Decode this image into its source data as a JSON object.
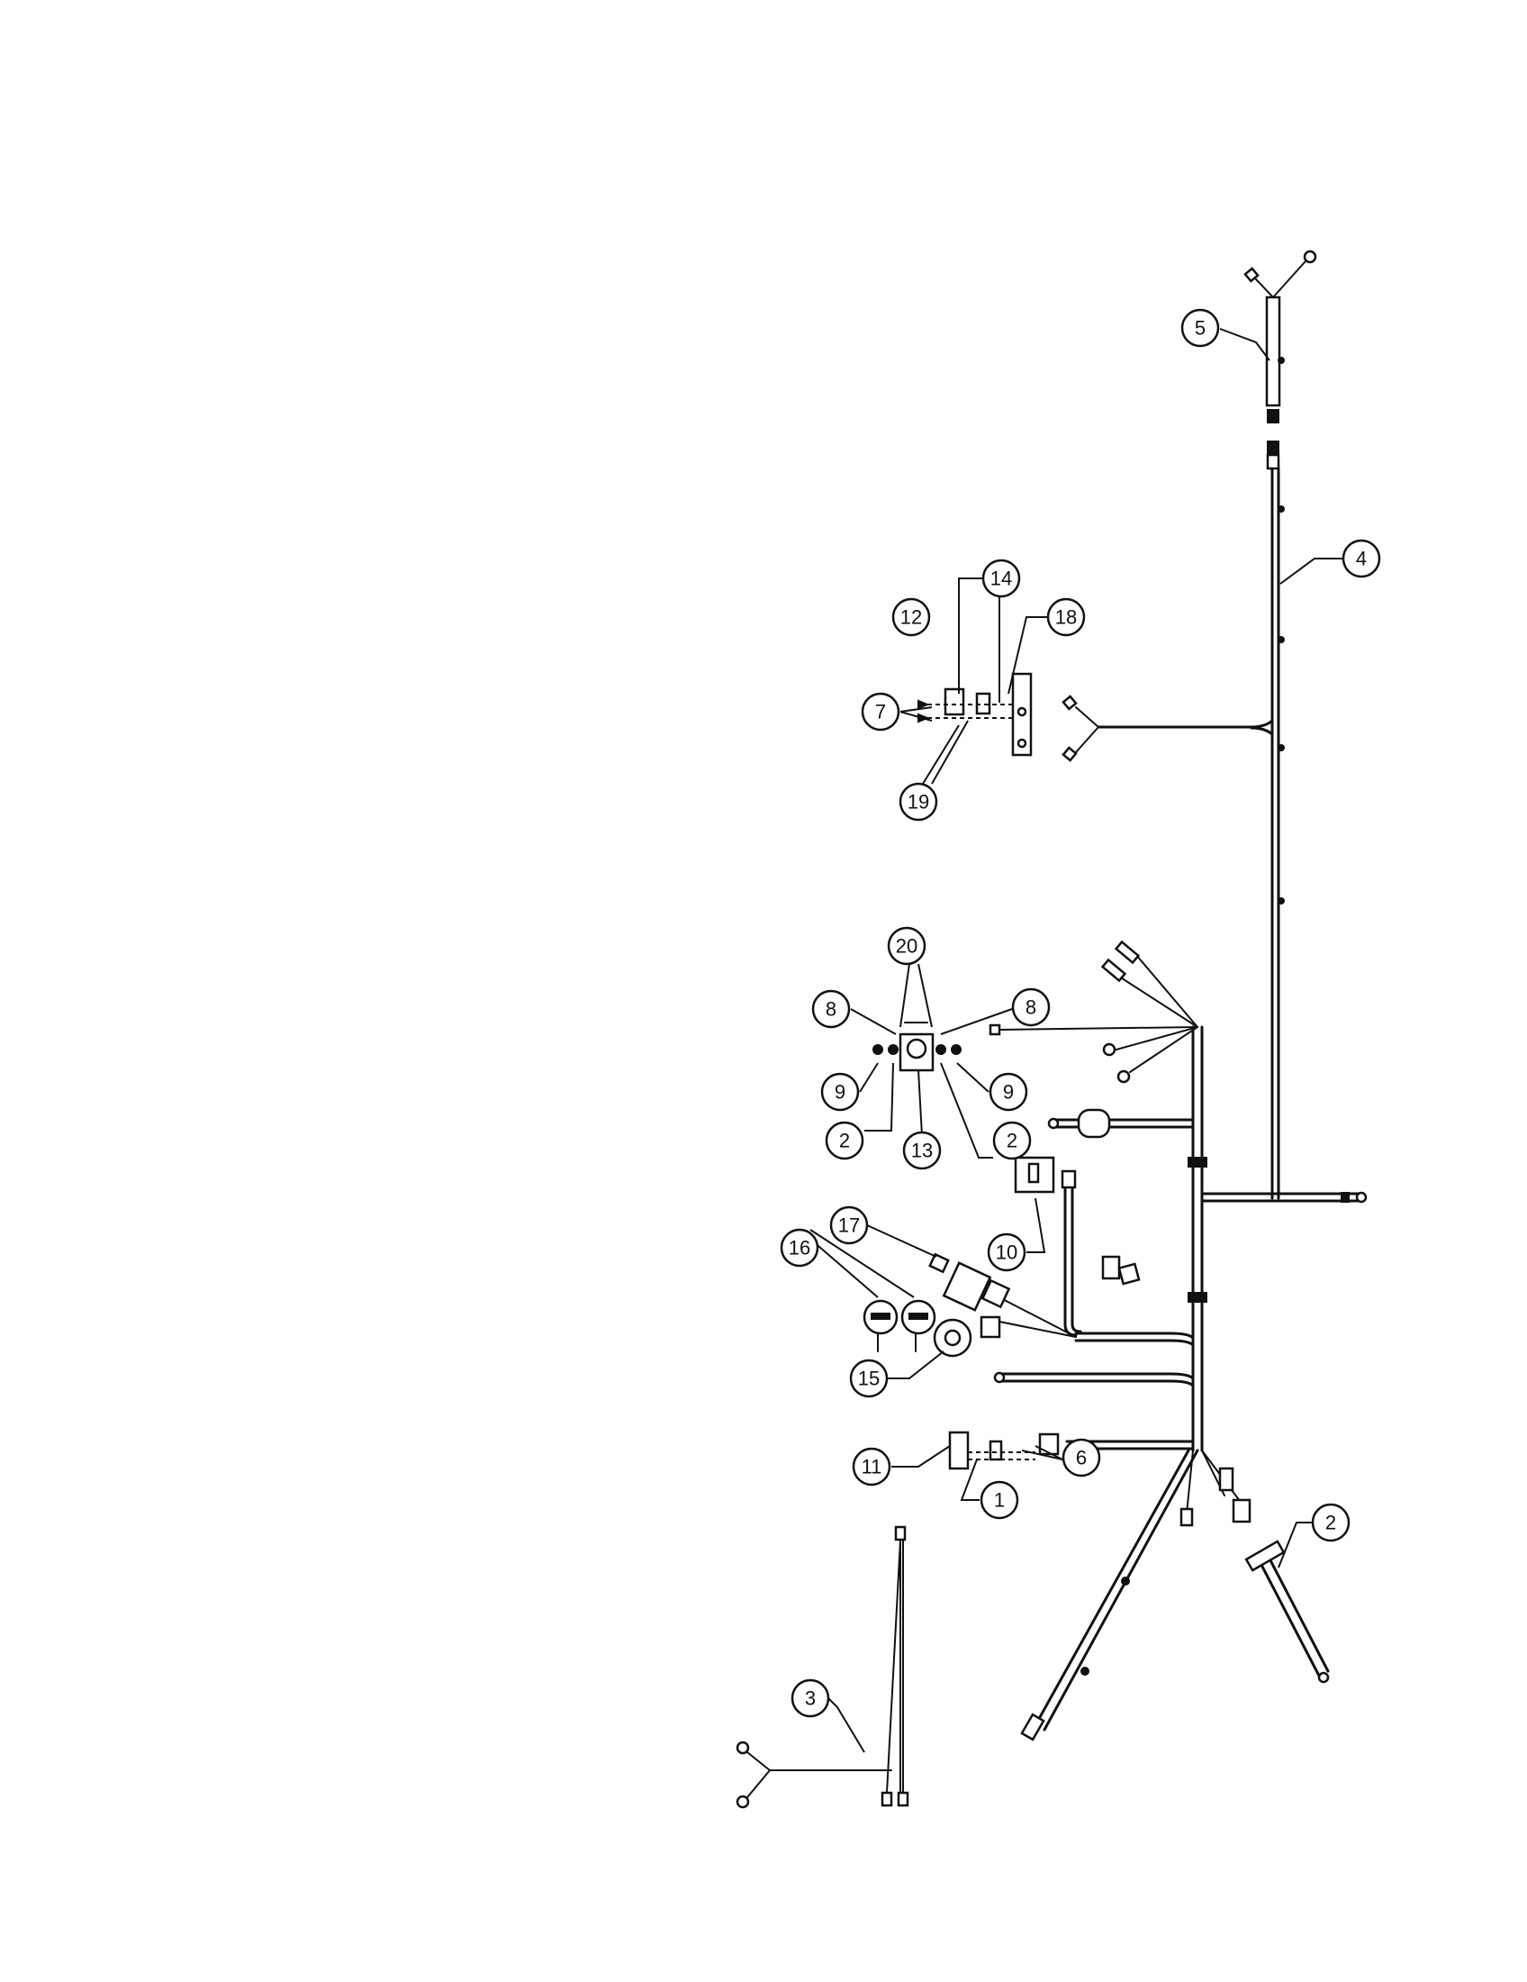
{
  "diagram": {
    "callouts": [
      {
        "id": "c5",
        "label": "5"
      },
      {
        "id": "c4",
        "label": "4"
      },
      {
        "id": "c14",
        "label": "14"
      },
      {
        "id": "c12",
        "label": "12"
      },
      {
        "id": "c18",
        "label": "18"
      },
      {
        "id": "c7",
        "label": "7"
      },
      {
        "id": "c19",
        "label": "19"
      },
      {
        "id": "c20",
        "label": "20"
      },
      {
        "id": "c8a",
        "label": "8"
      },
      {
        "id": "c8b",
        "label": "8"
      },
      {
        "id": "c9a",
        "label": "9"
      },
      {
        "id": "c9b",
        "label": "9"
      },
      {
        "id": "c2a",
        "label": "2"
      },
      {
        "id": "c13",
        "label": "13"
      },
      {
        "id": "c2b",
        "label": "2"
      },
      {
        "id": "c10",
        "label": "10"
      },
      {
        "id": "c17",
        "label": "17"
      },
      {
        "id": "c16",
        "label": "16"
      },
      {
        "id": "c15",
        "label": "15"
      },
      {
        "id": "c11",
        "label": "11"
      },
      {
        "id": "c6",
        "label": "6"
      },
      {
        "id": "c1",
        "label": "1"
      },
      {
        "id": "c2c",
        "label": "2"
      },
      {
        "id": "c3",
        "label": "3"
      }
    ]
  },
  "colors": {
    "ink": "#111111",
    "paper": "#ffffff"
  }
}
